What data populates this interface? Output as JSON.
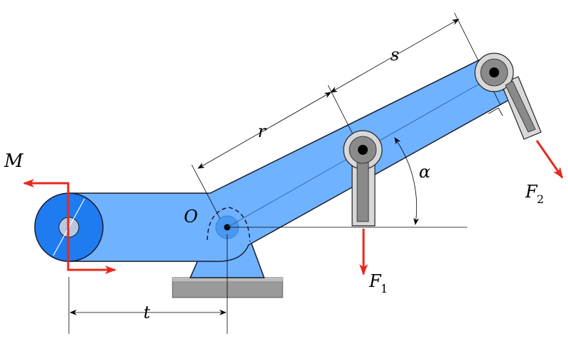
{
  "labels": {
    "moment": "M",
    "pivot": "O",
    "dist_r": "r",
    "dist_s": "s",
    "dist_t": "t",
    "angle": "α",
    "force1": "F",
    "force1_sub": "1",
    "force2": "F",
    "force2_sub": "2"
  },
  "colors": {
    "lever_fill": "#6fb2ff",
    "lever_stroke": "#1a1a2e",
    "pulley_fill": "#1f7cf0",
    "force_arrow": "#e8281e",
    "base_gray": "#9a9a9a",
    "hook_fill": "#8a8a8a",
    "hook_rim": "#d8d8d8",
    "dim_line": "#000000"
  }
}
